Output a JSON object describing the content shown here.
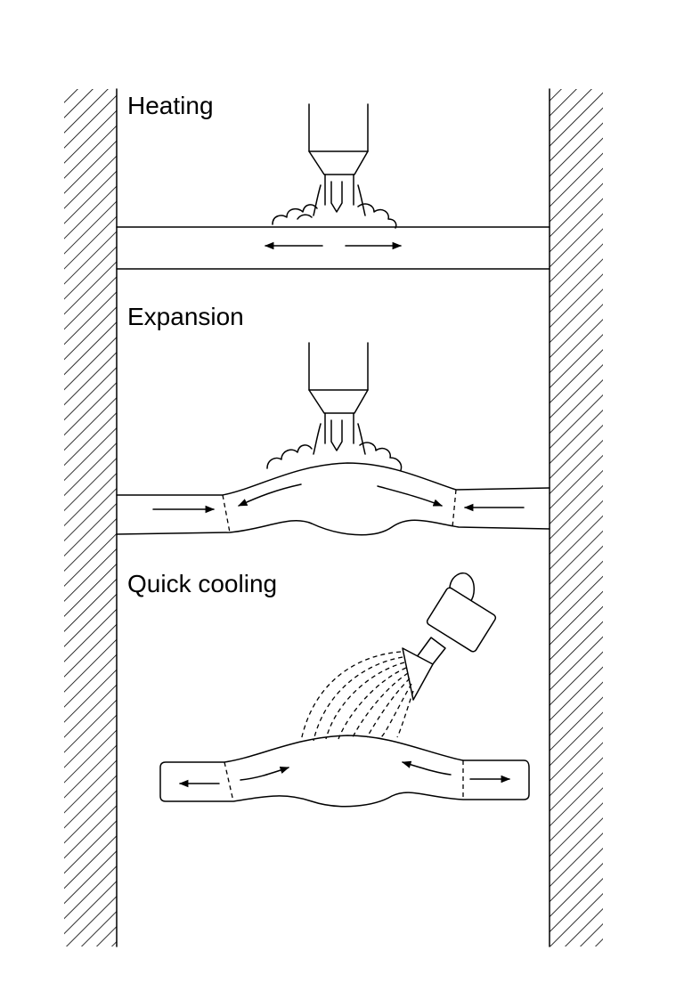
{
  "diagram": {
    "panels": [
      {
        "id": "heating",
        "label": "Heating"
      },
      {
        "id": "expansion",
        "label": "Expansion"
      },
      {
        "id": "quick-cooling",
        "label": "Quick cooling"
      }
    ],
    "colors": {
      "line": "#000000",
      "background": "#ffffff"
    }
  }
}
